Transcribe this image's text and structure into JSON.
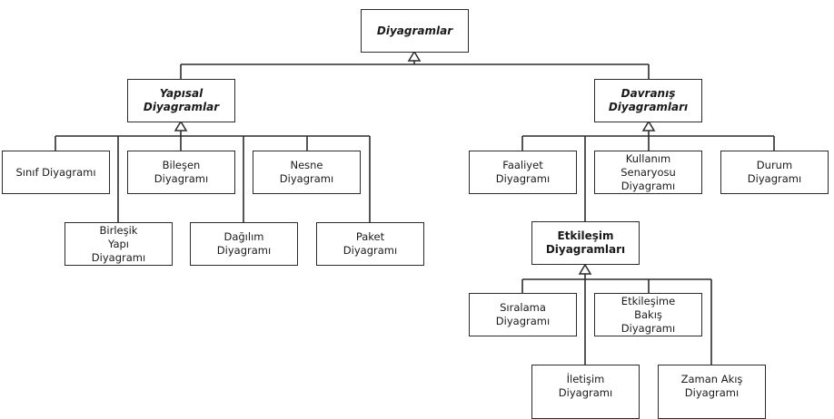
{
  "diagram": {
    "type": "uml-class-hierarchy",
    "nodes": {
      "root": {
        "label": "Diyagramlar",
        "style": "abstract"
      },
      "structural": {
        "label": "Yapısal\nDiyagramlar",
        "style": "abstract"
      },
      "behavioral": {
        "label": "Davranış\nDiyagramları",
        "style": "abstract"
      },
      "class": {
        "label": "Sınıf Diyagramı",
        "style": "concrete"
      },
      "composite": {
        "label": "Birleşik\nYapı\nDiyagramı",
        "style": "concrete"
      },
      "component": {
        "label": "Bileşen\nDiyagramı",
        "style": "concrete"
      },
      "deployment": {
        "label": "Dağılım\nDiyagramı",
        "style": "concrete"
      },
      "object": {
        "label": "Nesne\nDiyagramı",
        "style": "concrete"
      },
      "package": {
        "label": "Paket\nDiyagramı",
        "style": "concrete"
      },
      "activity": {
        "label": "Faaliyet\nDiyagramı",
        "style": "concrete"
      },
      "usecase": {
        "label": "Kullanım Senaryosu\nDiyagramı",
        "style": "concrete"
      },
      "state": {
        "label": "Durum\nDiyagramı",
        "style": "concrete"
      },
      "interaction": {
        "label": "Etkileşim\nDiyagramları",
        "style": "group"
      },
      "sequence": {
        "label": "Sıralama\nDiyagramı",
        "style": "concrete"
      },
      "overview": {
        "label": "Etkileşime\nBakış\nDiyagramı",
        "style": "concrete"
      },
      "communication": {
        "label": "İletişim\nDiyagramı",
        "style": "concrete"
      },
      "timing": {
        "label": "Zaman Akış\nDiyagramı",
        "style": "concrete"
      }
    },
    "edges": [
      {
        "from": "structural",
        "to": "root",
        "kind": "generalization"
      },
      {
        "from": "behavioral",
        "to": "root",
        "kind": "generalization"
      },
      {
        "from": "class",
        "to": "structural",
        "kind": "generalization"
      },
      {
        "from": "composite",
        "to": "structural",
        "kind": "generalization"
      },
      {
        "from": "component",
        "to": "structural",
        "kind": "generalization"
      },
      {
        "from": "deployment",
        "to": "structural",
        "kind": "generalization"
      },
      {
        "from": "object",
        "to": "structural",
        "kind": "generalization"
      },
      {
        "from": "package",
        "to": "structural",
        "kind": "generalization"
      },
      {
        "from": "activity",
        "to": "behavioral",
        "kind": "generalization"
      },
      {
        "from": "interaction",
        "to": "behavioral",
        "kind": "generalization"
      },
      {
        "from": "usecase",
        "to": "behavioral",
        "kind": "generalization"
      },
      {
        "from": "state",
        "to": "behavioral",
        "kind": "generalization"
      },
      {
        "from": "sequence",
        "to": "interaction",
        "kind": "generalization"
      },
      {
        "from": "communication",
        "to": "interaction",
        "kind": "generalization"
      },
      {
        "from": "overview",
        "to": "interaction",
        "kind": "generalization"
      },
      {
        "from": "timing",
        "to": "interaction",
        "kind": "generalization"
      }
    ]
  }
}
